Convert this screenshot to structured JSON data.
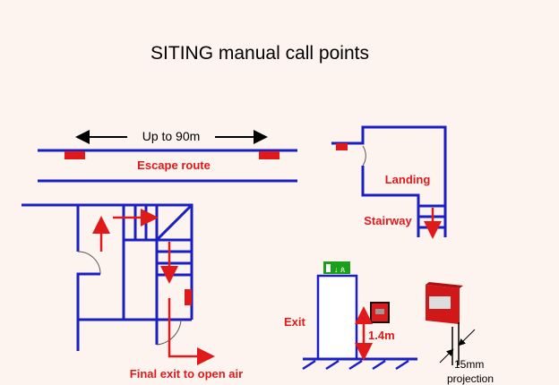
{
  "title": "SITING manual call points",
  "corridor": {
    "distance_label": "Up to 90m",
    "route_label": "Escape route"
  },
  "landing": {
    "landing_label": "Landing",
    "stairway_label": "Stairway"
  },
  "floor_plan": {
    "exit_label": "Final exit to open air"
  },
  "exit_door": {
    "exit_label": "Exit",
    "height_label": "1.4m"
  },
  "projection": {
    "size_label": "15mm",
    "projection_label": "projection"
  },
  "colors": {
    "wall": "#1a1fc4",
    "red": "#e01a1a",
    "sign_green": "#1aa01a",
    "background": "#fdf3ef"
  }
}
